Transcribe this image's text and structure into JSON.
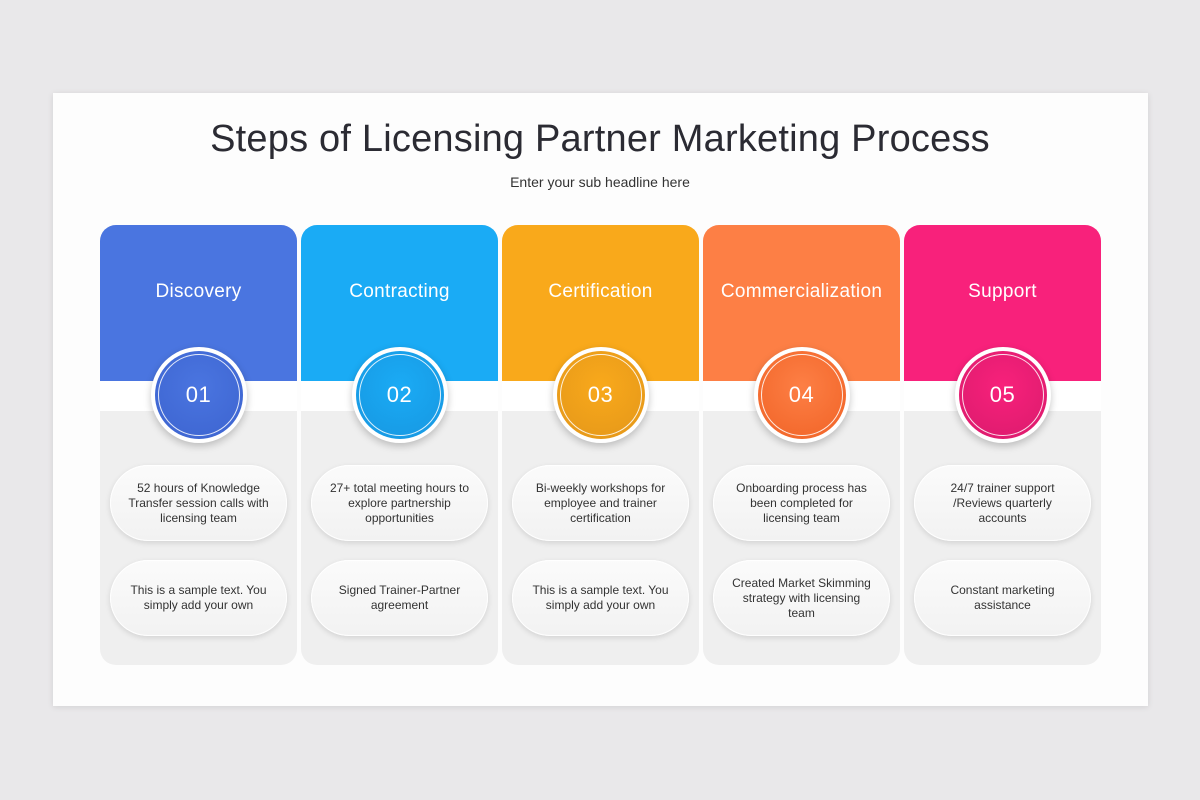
{
  "title": "Steps of Licensing Partner Marketing Process",
  "subtitle": "Enter your sub headline here",
  "steps": [
    {
      "label": "Discovery",
      "number": "01",
      "color": "#4a75e0",
      "circle_color": "#3c63cf",
      "text1": "52 hours of Knowledge Transfer session calls with licensing team",
      "text2": "This is a sample text. You simply add your own"
    },
    {
      "label": "Contracting",
      "number": "02",
      "color": "#1aabf5",
      "circle_color": "#1796e0",
      "text1": "27+ total meeting hours to explore partnership opportunities",
      "text2": "Signed Trainer-Partner agreement"
    },
    {
      "label": "Certification",
      "number": "03",
      "color": "#f9a91b",
      "circle_color": "#e3961a",
      "text1": "Bi-weekly workshops for employee and trainer certification",
      "text2": "This is a sample text. You simply add your own"
    },
    {
      "label": "Commercialization",
      "number": "04",
      "color": "#fd7f45",
      "circle_color": "#f06225",
      "text1": "Onboarding process has been completed for licensing team",
      "text2": "Created Market Skimming strategy with licensing team"
    },
    {
      "label": "Support",
      "number": "05",
      "color": "#f8217b",
      "circle_color": "#d91a6c",
      "text1": "24/7 trainer support /Reviews quarterly accounts",
      "text2": "Constant marketing assistance"
    }
  ]
}
